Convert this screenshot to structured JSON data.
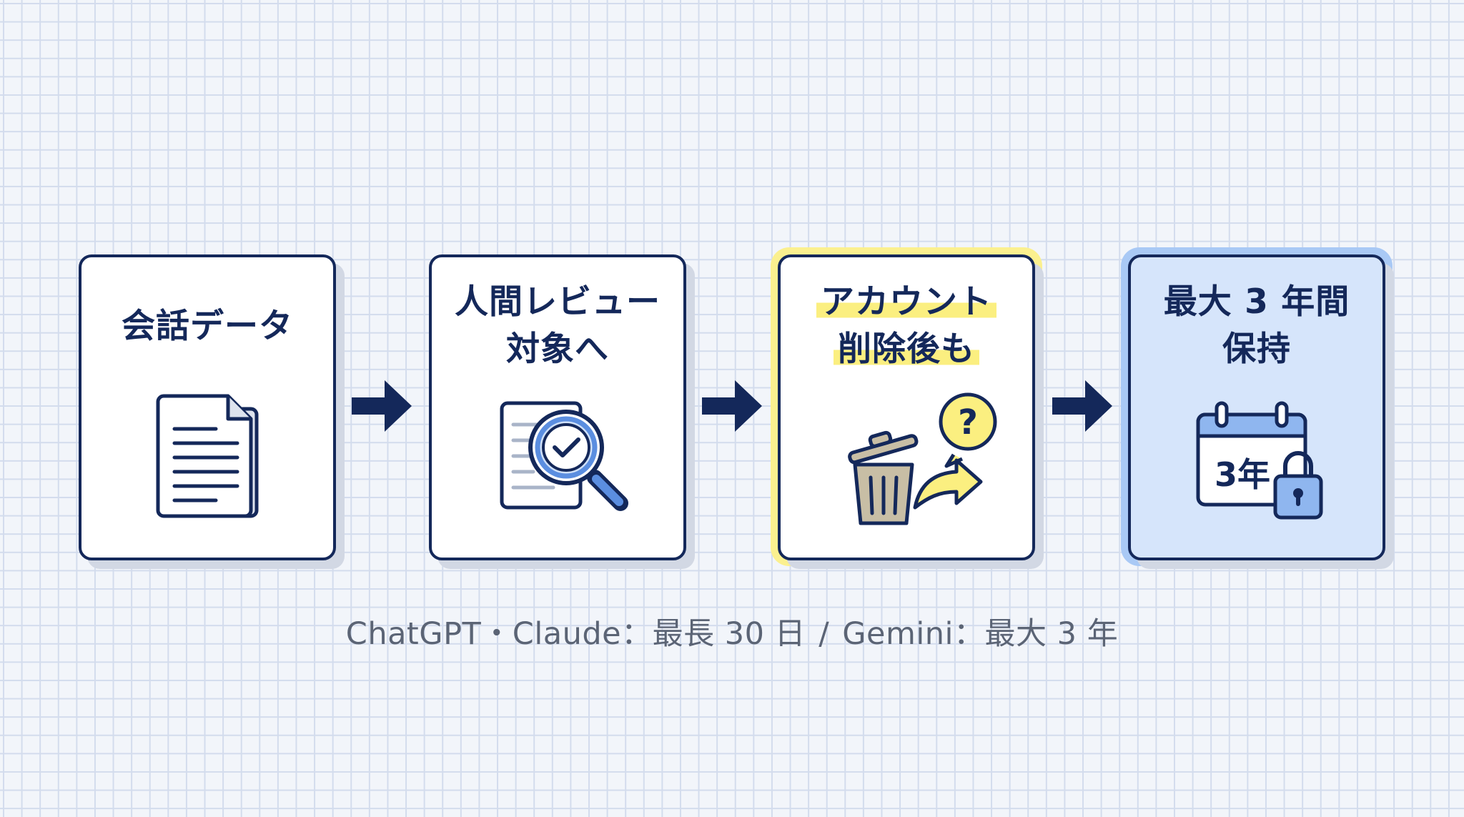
{
  "steps": [
    {
      "title_line1": "会話データ",
      "title_line2": "",
      "icon": "document-icon"
    },
    {
      "title_line1": "人間レビュー",
      "title_line2": "対象へ",
      "icon": "magnifier-check-icon"
    },
    {
      "title_line1": "アカウント",
      "title_line2": "削除後も",
      "icon": "trash-question-icon"
    },
    {
      "title_line1": "最大 3 年間",
      "title_line2": "保持",
      "icon": "calendar-lock-icon",
      "calendar_label": "3年"
    }
  ],
  "arrows": [
    "arrow-right-icon",
    "arrow-right-icon",
    "arrow-right-icon"
  ],
  "footnote": {
    "left": "ChatGPT・Claude：最長 30 日",
    "separator": "/",
    "right": "Gemini：最大 3 年"
  },
  "colors": {
    "navy": "#14285a",
    "highlight_yellow": "#fbef80",
    "highlight_yellow_border": "#fbf08f",
    "blue_fill": "#d6e5fb",
    "blue_border": "#a9c9f5",
    "icon_blue": "#5b8ee0"
  }
}
